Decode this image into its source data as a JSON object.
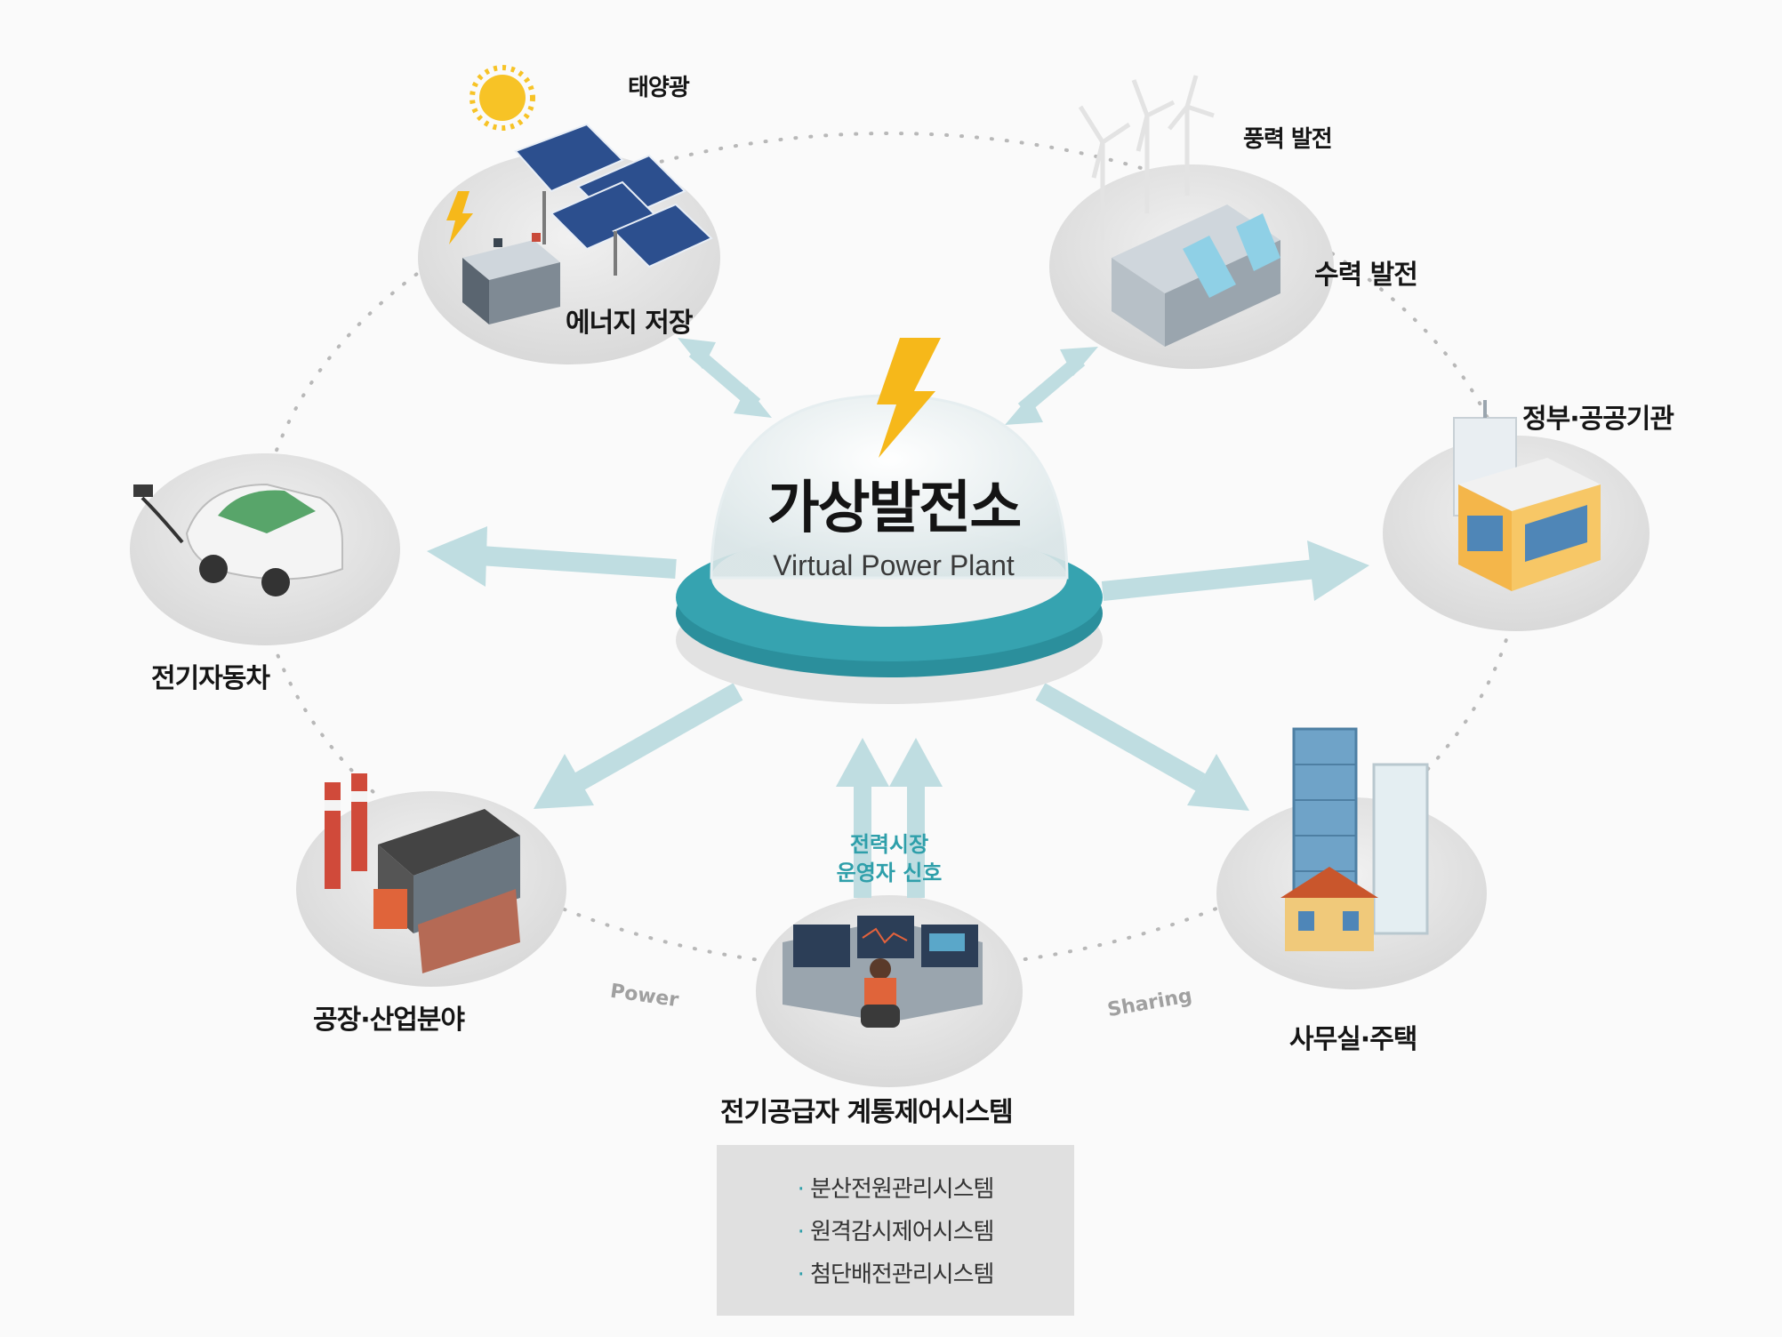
{
  "center": {
    "title": "가상발전소",
    "subtitle": "Virtual Power Plant"
  },
  "nodes": {
    "solar": "태양광",
    "storage": "에너지 저장",
    "wind": "풍력 발전",
    "hydro": "수력 발전",
    "government": "정부·공공기관",
    "ev": "전기자동차",
    "factory": "공장·산업분야",
    "office": "사무실·주택",
    "control": "전기공급자 계통제어시스템"
  },
  "signal": {
    "line1": "전력시장",
    "line2": "운영자 신호"
  },
  "ring_tags": {
    "power": "Power",
    "sharing": "Sharing"
  },
  "systems": [
    "분산전원관리시스템",
    "원격감시제어시스템",
    "첨단배전관리시스템"
  ],
  "colors": {
    "accent": "#2e9faa",
    "arrow": "#bfdde1",
    "platform": "#e4e4e4"
  }
}
